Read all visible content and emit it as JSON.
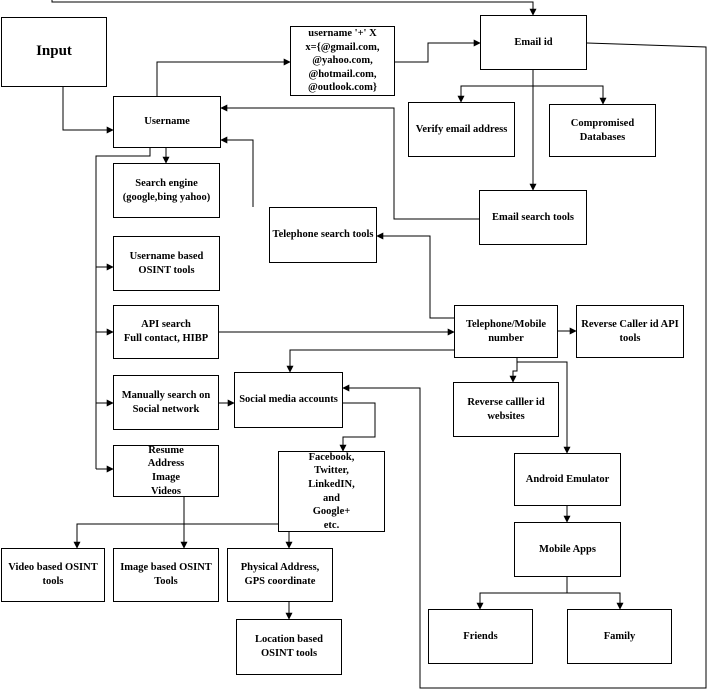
{
  "diagram": {
    "nodes": {
      "input": "Input",
      "username": "Username",
      "email_pattern": "username '+' X\nx={@gmail.com,\n@yahoo.com,\n@hotmail.com,\n@outlook.com}",
      "email_id": "Email id",
      "verify_email": "Verify email address",
      "compromised_db": "Compromised\nDatabases",
      "email_search": "Email search tools",
      "search_engine": "Search engine\n(google,bing yahoo)",
      "username_osint": "Username based\nOSINT tools",
      "telephone_search": "Telephone search tools",
      "api_search": "API search\nFull contact, HIBP",
      "telephone": "Telephone/Mobile\nnumber",
      "reverse_caller_api": "Reverse Caller id API\ntools",
      "manual_search": "Manually search on\nSocial network",
      "social_media": "Social media accounts",
      "reverse_caller_web": "Reverse calller id\nwebsites",
      "platforms": "Facebook,\nTwitter,\nLinkedIN,\nand\nGoogle+\netc.",
      "resume": "Resume\nAddress\nImage\nVideos",
      "android": "Android Emulator",
      "mobile_apps": "Mobile Apps",
      "video_osint": "Video based OSINT\ntools",
      "image_osint": "Image based OSINT\nTools",
      "physical_address": "Physical Address,\nGPS coordinate",
      "location_osint": "Location based\nOSINT tools",
      "friends": "Friends",
      "family": "Family"
    }
  }
}
